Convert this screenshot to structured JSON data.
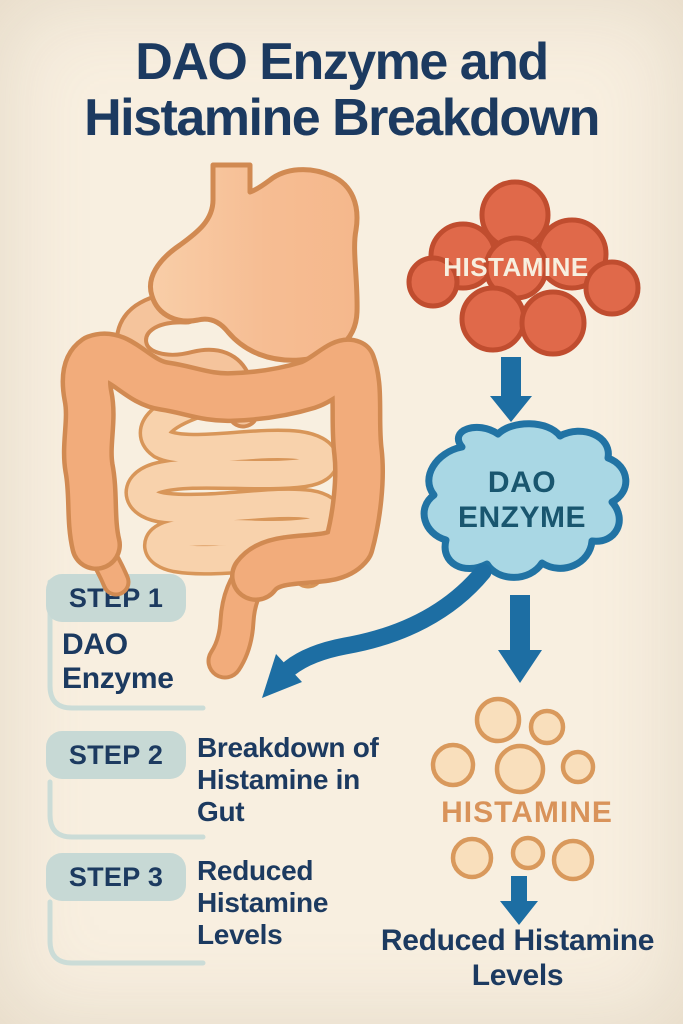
{
  "title": {
    "line1": "DAO Enzyme and",
    "line2": "Histamine Breakdown"
  },
  "histamine_cluster": {
    "label": "HISTAMINE"
  },
  "dao_enzyme": {
    "label_line1": "DAO",
    "label_line2": "ENZYME"
  },
  "steps": [
    {
      "badge": "STEP 1",
      "description": "DAO Enzyme"
    },
    {
      "badge": "STEP 2",
      "description": "Breakdown of Histamine in Gut"
    },
    {
      "badge": "STEP 3",
      "description": "Reduced Histamine Levels"
    }
  ],
  "broken_down_histamine": {
    "label": "HISTAMINE"
  },
  "result": {
    "caption": "Reduced Histamine Levels"
  },
  "colors": {
    "background": "#F8EFE0",
    "heading_navy": "#1C3A60",
    "histamine_red": "#E0694A",
    "histamine_red_outline": "#C04D2F",
    "arrow_blue": "#1D6EA3",
    "enzyme_blob_fill": "#A9D7E4",
    "enzyme_blob_outline": "#2173A4",
    "enzyme_text": "#19566F",
    "step_badge_fill": "#C7D9D5",
    "step_bracket": "#CBDCD7",
    "gut_outline": "#D18A52",
    "stomach_fill": "#F6BD93",
    "colon_fill": "#F2AC7B",
    "small_intestine_fill": "#F8D2AC",
    "faded_circle_fill": "#F9DFBC",
    "faded_circle_outline": "#D9995C",
    "faded_label_orange": "#D9935A"
  }
}
